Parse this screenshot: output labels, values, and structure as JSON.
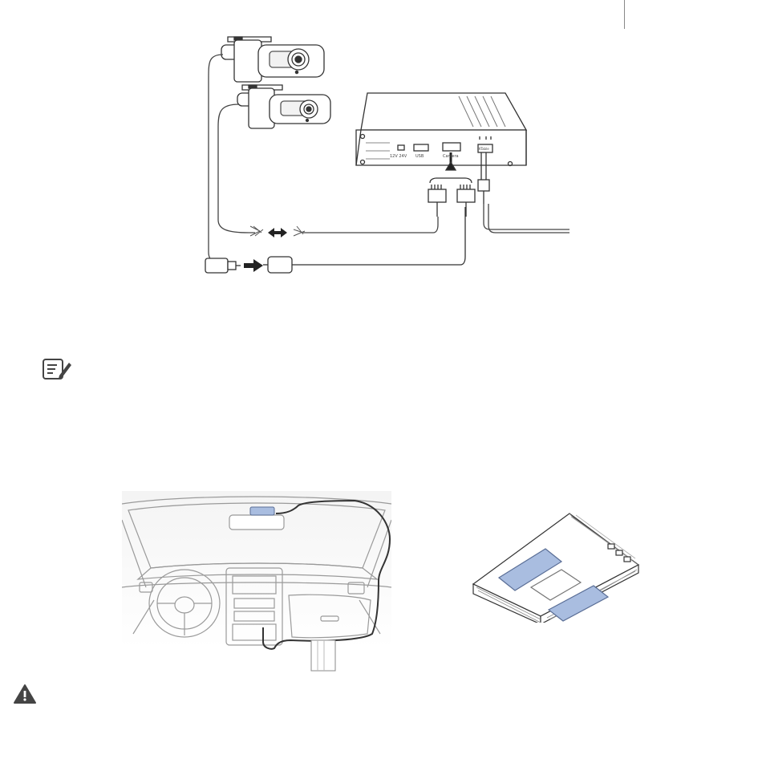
{
  "icons": {
    "note": "note-pencil-icon",
    "warning": "warning-triangle-icon"
  },
  "colors": {
    "line": "#333333",
    "gray": "#999999",
    "tape": "#a9bde0",
    "tape_stroke": "#5a6e96"
  },
  "battery_panel": {
    "switch_labels": "12V  24V",
    "usb_label": "USB",
    "port_label": "Camera",
    "right_label": "KTable"
  }
}
